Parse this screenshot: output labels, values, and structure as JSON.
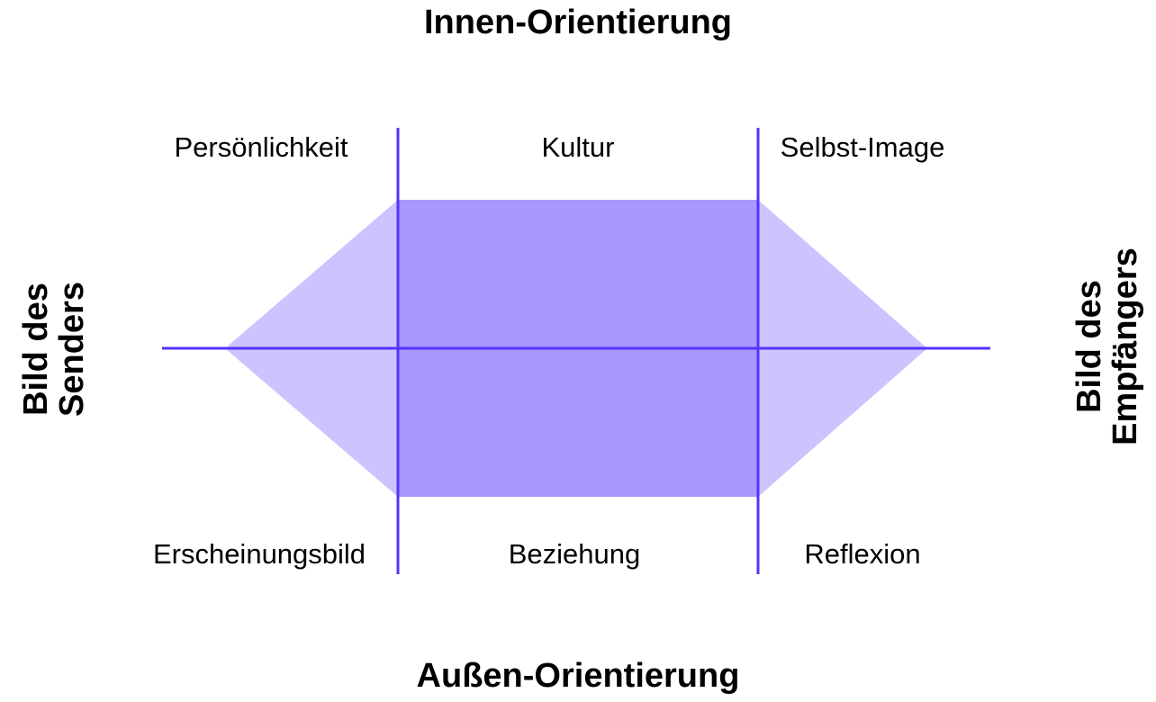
{
  "axes": {
    "top": "Innen-Orientierung",
    "bottom": "Außen-Orientierung",
    "left": [
      "Bild des",
      "Senders"
    ],
    "right": [
      "Bild des",
      "Empfängers"
    ]
  },
  "cells": {
    "top_left": "Persönlichkeit",
    "top_center": "Kultur",
    "top_right": "Selbst-Image",
    "bottom_left": "Erscheinungsbild",
    "bottom_center": "Beziehung",
    "bottom_right": "Reflexion"
  },
  "colors": {
    "line": "#5533ff",
    "inner_fill": "#a899ff",
    "outer_fill": "#ccc4ff"
  }
}
